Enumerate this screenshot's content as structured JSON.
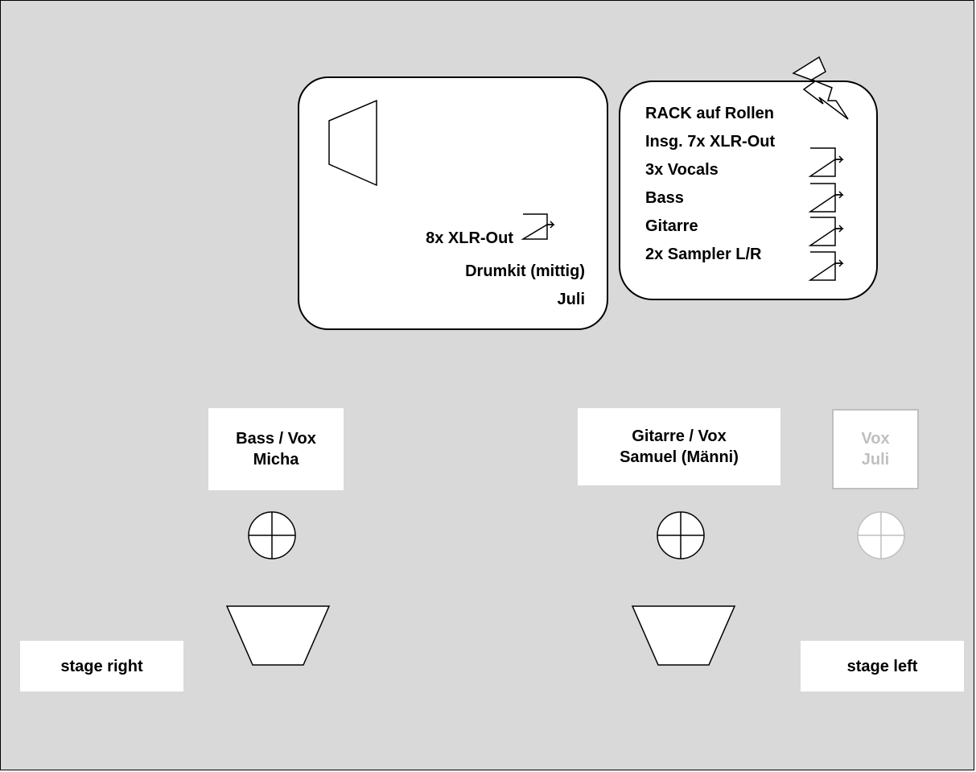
{
  "drum_riser": {
    "xlr": "8x XLR-Out",
    "instrument": "Drumkit (mittig)",
    "player": "Juli",
    "icons": [
      "monitor-wedge-icon",
      "xlr-out-icon"
    ]
  },
  "rack": {
    "lines": [
      "RACK auf Rollen",
      "Insg. 7x XLR-Out",
      "3x Vocals",
      "Bass",
      "Gitarre",
      "2x Sampler L/R"
    ],
    "icons": [
      "power-bolt-icon",
      "xlr-out-icon"
    ]
  },
  "positions": {
    "bass": {
      "role": "Bass / Vox",
      "name": "Micha"
    },
    "guitar": {
      "role": "Gitarre / Vox",
      "name": "Samuel (Männi)"
    },
    "vox": {
      "role": "Vox",
      "name": "Juli",
      "color": "#bfbfbf"
    }
  },
  "stage": {
    "right_label": "stage right",
    "left_label": "stage left",
    "background": "#d9d9d9"
  }
}
